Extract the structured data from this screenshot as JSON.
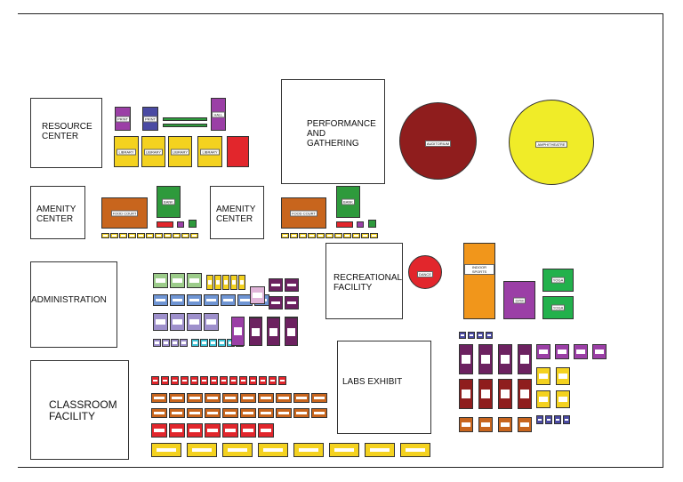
{
  "colors": {
    "purple": "#9b3fa6",
    "navy": "#4a4aa3",
    "green": "#2e9a3c",
    "yellow": "#f4d21f",
    "red": "#e2262c",
    "brown": "#c8651d",
    "dark_red": "#8f1d1d",
    "plum": "#6c2160",
    "sage": "#9ccc8a",
    "blue": "#6f95d4",
    "lavender": "#9e90cc",
    "pink": "#e0b4d8",
    "cyan": "#40c4d7",
    "orange": "#f1961b",
    "light_green": "#22b14c"
  },
  "zones": {
    "resource_center": "RESOURCE CENTER",
    "performance": "PERFORMANCE AND GATHERING",
    "amenity_left": "AMENITY CENTER",
    "amenity_mid": "AMENITY CENTER",
    "administration": "ADMINISTRATION",
    "recreational": "RECREATIONAL FACILITY",
    "labs": "LABS  EXHIBIT",
    "classroom": "CLASSROOM FACILITY"
  },
  "rooms": {
    "library": "LIBRARY",
    "print": "PRINT",
    "hall": "HALL",
    "food_court": "FOOD COURT",
    "bank": "BANK",
    "auditorium": "AUDITORIUM",
    "amphitheatre": "AMPHITHEATRE",
    "indoor_sports": "INDOOR SPORTS",
    "gym": "GYM",
    "yoga": "YOGA",
    "dance": "DANCE"
  }
}
